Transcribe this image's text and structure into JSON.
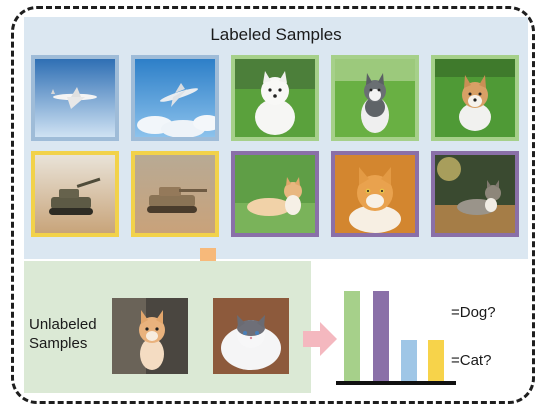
{
  "labeled_panel": {
    "title": "Labeled Samples",
    "row1": [
      {
        "icon": "airplane-photo-icon",
        "border": "#9fbcd8"
      },
      {
        "icon": "airplane-photo-icon",
        "border": "#9fbcd8"
      },
      {
        "icon": "dog-photo-icon",
        "border": "#a6d08a"
      },
      {
        "icon": "dog-photo-icon",
        "border": "#a6d08a"
      },
      {
        "icon": "dog-photo-icon",
        "border": "#a6d08a"
      }
    ],
    "row2": [
      {
        "icon": "tank-photo-icon",
        "border": "#f2d24a"
      },
      {
        "icon": "tank-photo-icon",
        "border": "#f2d24a"
      },
      {
        "icon": "cat-photo-icon",
        "border": "#8a70a8"
      },
      {
        "icon": "cat-photo-icon",
        "border": "#8a70a8"
      },
      {
        "icon": "cat-photo-icon",
        "border": "#8a70a8"
      }
    ]
  },
  "unlabeled_panel": {
    "label_line1": "Unlabeled",
    "label_line2": "Samples",
    "photos": [
      "cat-photo-icon",
      "cat-photo-icon"
    ]
  },
  "colors": {
    "labeled_bg": "#dbe7f1",
    "unlabeled_bg": "#dbe9d5",
    "down_arrow": "#f7b97a",
    "right_arrow": "#f4b8bf",
    "dog_bar": "#a6d08a",
    "cat_bar": "#8a70a8",
    "airplane_bar": "#9fc6e6",
    "tank_bar": "#f7d34a"
  },
  "prediction": {
    "dog_text": "=Dog?",
    "cat_text": "=Cat?",
    "bars": [
      {
        "class_color": "dog",
        "value": 0.9
      },
      {
        "class_color": "cat",
        "value": 0.9
      },
      {
        "class_color": "airplane",
        "value": 0.41
      },
      {
        "class_color": "tank",
        "value": 0.41
      }
    ]
  }
}
